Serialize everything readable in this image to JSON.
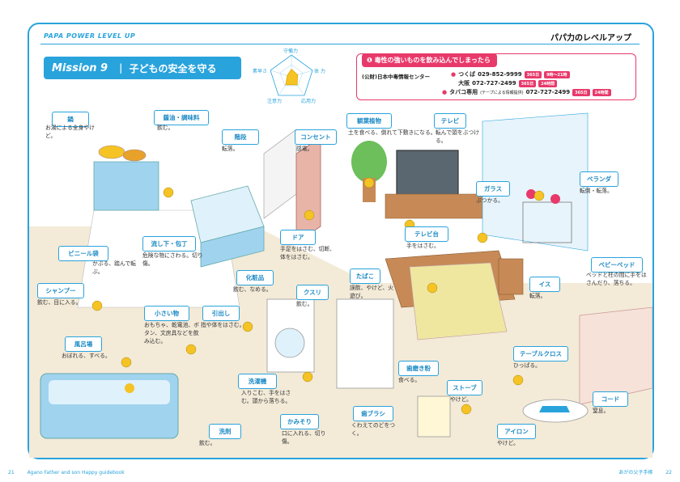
{
  "header": {
    "series": "PAPA POWER LEVEL UP",
    "title": "パパ力のレベルアップ"
  },
  "mission": {
    "number": "Mission 9",
    "separator": "|",
    "title": "子どもの安全を守る"
  },
  "radar": {
    "labels": [
      "守備力",
      "体 力",
      "応用力",
      "注意力",
      "素早さ"
    ],
    "values": [
      0.35,
      0.3,
      0.45,
      0.45,
      0.2
    ]
  },
  "poison": {
    "title": "毒性の強いものを飲み込んでしまったら",
    "center": "(公財)日本中毒情報センター",
    "lines": [
      {
        "place": "つくば",
        "phone": "029-852-9999",
        "tag1": "365日",
        "tag2": "9時〜21時"
      },
      {
        "place": "大阪",
        "phone": "072-727-2499",
        "tag1": "365日",
        "tag2": "24時間"
      },
      {
        "place": "タバコ専用",
        "note": "(テープによる情報提供)",
        "phone": "072-727-2499",
        "tag1": "365日",
        "tag2": "24時間"
      }
    ]
  },
  "labels": {
    "nabe": "鍋",
    "nabe_d": "お湯による全身やけど。",
    "shoyu": "醤油・調味料",
    "shoyu_d": "飲む。",
    "kaidan": "階段",
    "kaidan_d": "転落。",
    "consent": "コンセント",
    "consent_d": "感電。",
    "kanyo": "観葉植物",
    "kanyo_d": "土を食べる、倒れて下敷きになる。",
    "tv": "テレビ",
    "tv_d": "転んで頭をぶつける。",
    "garasu": "ガラス",
    "garasu_d": "ぶつかる。",
    "veranda": "ベランダ",
    "veranda_d": "転倒・転落。",
    "vinyl": "ビニール袋",
    "vinyl_d": "かぶる、踏んで転ぶ。",
    "nagashi": "流し下・包丁",
    "nagashi_d": "危険な物にさわる。切り傷。",
    "door": "ドア",
    "door_d": "手足をはさむ、切断、体をはさむ。",
    "tvdai": "テレビ台",
    "tvdai_d": "手をはさむ。",
    "babybed": "ベビーベッド",
    "babybed_d": "ベッドと柱の間に手をはさんだり、落ちる。",
    "shampoo": "シャンプー",
    "shampoo_d": "飲む、目に入る。",
    "kesho": "化粧品",
    "kesho_d": "飲む、なめる。",
    "kusuri": "クスリ",
    "kusuri_d": "飲む。",
    "tabako": "たばこ",
    "tabako_d": "誤飲、やけど、火遊び。",
    "isu": "イス",
    "isu_d": "転落。",
    "chiisai": "小さい物",
    "chiisai_d": "おもちゃ、乾電池、ボタン、文房具などを飲み込む。",
    "hikidashi": "引出し",
    "hikidashi_d": "指や体をはさむ。",
    "furoba": "風呂場",
    "furoba_d": "おぼれる、すべる。",
    "sentakuki": "洗濯機",
    "sentakuki_d": "入りこむ、手をはさむ。頭から落ちる。",
    "hamigaki": "歯磨き粉",
    "hamigaki_d": "食べる。",
    "tableclo": "テーブルクロス",
    "tableclo_d": "ひっぱる。",
    "stove": "ストーブ",
    "stove_d": "やけど。",
    "cord": "コード",
    "cord_d": "窒息。",
    "senzai": "洗剤",
    "senzai_d": "飲む。",
    "kamisori": "かみそり",
    "kamisori_d": "口に入れる、切り傷。",
    "haburashi": "歯ブラシ",
    "haburashi_d": "くわえてのどをつく。",
    "iron": "アイロン",
    "iron_d": "やけど。"
  },
  "footer": {
    "left_page": "21",
    "left_text": "Agano Father and son Happy guidebook",
    "right_text": "あがの父子手帳",
    "right_page": "22"
  },
  "colors": {
    "accent": "#29a3dc",
    "alert": "#e8396b",
    "kid_shirt": "#f5c324",
    "kid_pants": "#4caf50",
    "floor": "#f3ead8"
  }
}
